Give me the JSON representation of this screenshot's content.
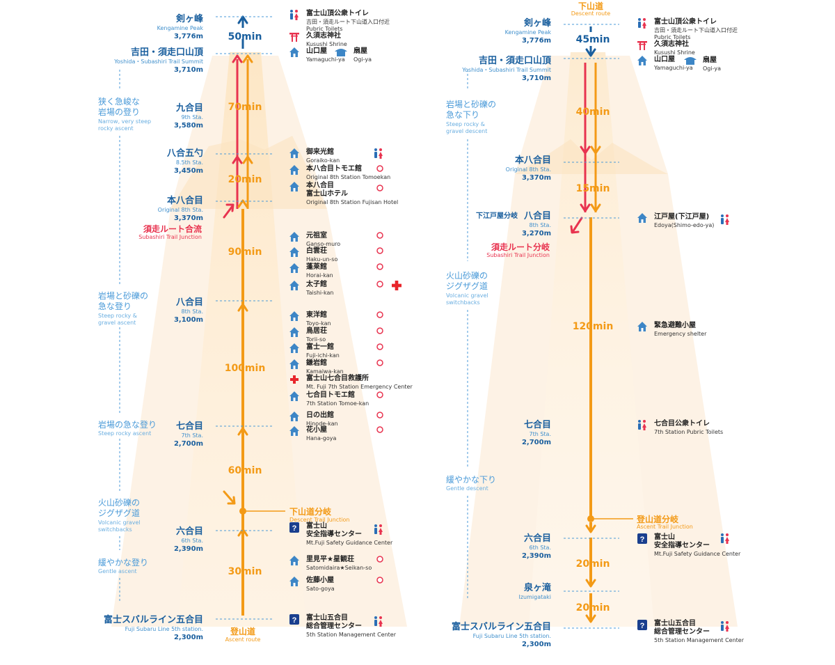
{
  "colors": {
    "ascent": "#f39a16",
    "subashiri": "#e8334f",
    "descent": "#f39a16",
    "text": "#1a5f9e",
    "dotline": "#4a9ad8"
  },
  "ascent": {
    "route_label": "登山道",
    "route_label_en": "Ascent route",
    "stations": [
      {
        "jp": "剣ヶ峰",
        "en": "Kengamine Peak",
        "alt": "3,776m"
      },
      {
        "jp": "吉田・須走口山頂",
        "en": "Yoshida・Subashiri Trail Summit",
        "alt": "3,710m"
      },
      {
        "jp": "九合目",
        "en": "9th Sta.",
        "alt": "3,580m"
      },
      {
        "jp": "八合五勺",
        "en": "8.5th Sta.",
        "alt": "3,450m"
      },
      {
        "jp": "本八合目",
        "en": "Original 8th Sta.",
        "alt": "3,370m"
      },
      {
        "jp": "八合目",
        "en": "8th Sta.",
        "alt": "3,100m"
      },
      {
        "jp": "七合目",
        "en": "7th Sta.",
        "alt": "2,700m"
      },
      {
        "jp": "六合目",
        "en": "6th Sta.",
        "alt": "2,390m"
      },
      {
        "jp": "富士スバルライン五合目",
        "en": "Fuji Subaru Line 5th station.",
        "alt": "2,300m"
      }
    ],
    "junction": {
      "jp": "須走ルート合流",
      "en": "Subashiri Trail Junction"
    },
    "descent_junction": {
      "jp": "下山道分岐",
      "en": "Descent Trail Junction"
    },
    "terrain": [
      {
        "jp1": "狭く急峻な",
        "jp2": "岩場の登り",
        "en1": "Narrow, very steep",
        "en2": "rocky ascent"
      },
      {
        "jp1": "岩場と砂礫の",
        "jp2": "急な登り",
        "en1": "Steep rocky &",
        "en2": "gravel ascent"
      },
      {
        "jp1": "岩場の急な登り",
        "jp2": "",
        "en1": "Steep rocky ascent",
        "en2": ""
      },
      {
        "jp1": "火山砂礫の",
        "jp2": "ジグザグ道",
        "en1": "Volcanic gravel",
        "en2": "switchbacks"
      },
      {
        "jp1": "緩やかな登り",
        "jp2": "",
        "en1": "Gentle ascent",
        "en2": ""
      }
    ],
    "times": [
      "50min",
      "70min",
      "20min",
      "90min",
      "100min",
      "60min",
      "30min"
    ],
    "facilities": [
      {
        "jp": "富士山頂公衆トイレ",
        "en": "吉田・須走ルート下山道入口付近",
        "en2": "Pubric Toilets"
      },
      {
        "jp": "久須志神社",
        "en": "Kusushi Shrine"
      },
      {
        "jp": "山口屋",
        "en": "Yamaguchi-ya"
      },
      {
        "jp": "扇屋",
        "en": "Ogi-ya"
      },
      {
        "jp": "御来光館",
        "en": "Goraiko-kan"
      },
      {
        "jp": "本八合目トモエ館",
        "en": "Original 8th Station Tomoekan"
      },
      {
        "jp": "本八合目",
        "jp2": "富士山ホテル",
        "en": "Original 8th Station Fujisan Hotel"
      },
      {
        "jp": "元祖室",
        "en": "Ganso-muro"
      },
      {
        "jp": "白雲荘",
        "en": "Haku-un-so"
      },
      {
        "jp": "蓬莱館",
        "en": "Horai-kan"
      },
      {
        "jp": "太子館",
        "en": "Taishi-kan"
      },
      {
        "jp": "東洋館",
        "en": "Toyo-kan"
      },
      {
        "jp": "鳥居荘",
        "en": "Torii-so"
      },
      {
        "jp": "富士一館",
        "en": "Fuji-ichi-kan"
      },
      {
        "jp": "鎌岩館",
        "en": "Kamaiwa-kan"
      },
      {
        "jp": "富士山七合目救護所",
        "en": "Mt. Fuji 7th Station Emergency Center"
      },
      {
        "jp": "七合目トモエ館",
        "en": "7th Station Tomoe-kan"
      },
      {
        "jp": "日の出館",
        "en": "Hinode-kan"
      },
      {
        "jp": "花小屋",
        "en": "Hana-goya"
      },
      {
        "jp": "富士山",
        "jp2": "安全指導センター",
        "en": "Mt.Fuji Safety Guidance Center"
      },
      {
        "jp": "里見平★星観荘",
        "en": "Satomidaira★Seikan-so"
      },
      {
        "jp": "佐藤小屋",
        "en": "Sato-goya"
      },
      {
        "jp": "富士山五合目",
        "jp2": "総合管理センター",
        "en": "5th Station Management Center"
      }
    ]
  },
  "descent": {
    "route_label": "下山道",
    "route_label_en": "Descent route",
    "stations": [
      {
        "jp": "剣ヶ峰",
        "en": "Kengamine Peak",
        "alt": "3,776m"
      },
      {
        "jp": "吉田・須走口山頂",
        "en": "Yoshida・Subashiri Trail Summit",
        "alt": "3,710m"
      },
      {
        "jp": "本八合目",
        "en": "Original 8th Sta.",
        "alt": "3,370m"
      },
      {
        "jp": "八合目",
        "jp_prefix": "下江戸屋分岐",
        "en": "8th Sta.",
        "alt": "3,270m"
      },
      {
        "jp": "七合目",
        "en": "7th Sta.",
        "alt": "2,700m"
      },
      {
        "jp": "六合目",
        "en": "6th Sta.",
        "alt": "2,390m"
      },
      {
        "jp": "泉ヶ滝",
        "en": "Izumigataki",
        "alt": ""
      },
      {
        "jp": "富士スバルライン五合目",
        "en": "Fuji Subaru Line 5th station.",
        "alt": "2,300m"
      }
    ],
    "junction": {
      "jp": "須走ルート分岐",
      "en": "Subashiri Trail Junction"
    },
    "ascent_junction": {
      "jp": "登山道分岐",
      "en": "Ascent Trail Junction"
    },
    "terrain": [
      {
        "jp1": "岩場と砂礫の",
        "jp2": "急な下り",
        "en1": "Steep rocky &",
        "en2": "gravel descent"
      },
      {
        "jp1": "火山砂礫の",
        "jp2": "ジグザグ道",
        "en1": "Volcanic gravel",
        "en2": "switchbacks"
      },
      {
        "jp1": "緩やかな下り",
        "jp2": "",
        "en1": "Gentle descent",
        "en2": ""
      }
    ],
    "times": [
      "45min",
      "40min",
      "15min",
      "120min",
      "20min",
      "20min"
    ],
    "facilities": [
      {
        "jp": "富士山頂公衆トイレ",
        "en": "吉田・須走ルート下山道入口付近",
        "en2": "Pubric Toilets"
      },
      {
        "jp": "久須志神社",
        "en": "Kusushi Shrine"
      },
      {
        "jp": "山口屋",
        "en": "Yamaguchi-ya"
      },
      {
        "jp": "扇屋",
        "en": "Ogi-ya"
      },
      {
        "jp": "江戸屋(下江戸屋)",
        "en": "Edoya(Shimo-edo-ya)"
      },
      {
        "jp": "緊急避難小屋",
        "en": "Emergency shelter"
      },
      {
        "jp": "七合目公衆トイレ",
        "en": "7th Station Pubric Toilets"
      },
      {
        "jp": "富士山",
        "jp2": "安全指導センター",
        "en": "Mt.Fuji Safety Guidance Center"
      },
      {
        "jp": "富士山五合目",
        "jp2": "総合管理センター",
        "en": "5th Station Management Center"
      }
    ]
  }
}
